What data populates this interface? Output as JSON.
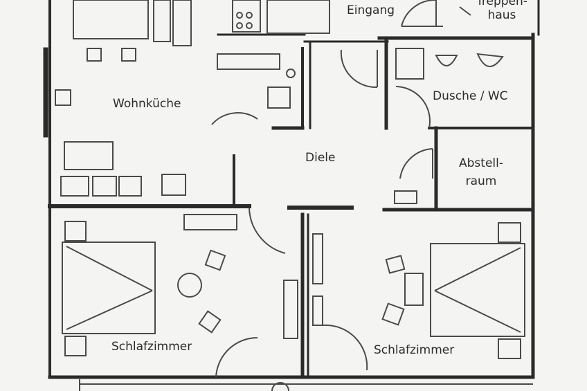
{
  "rooms": {
    "eingang": "Eingang",
    "treppenhaus_line1": "Treppen-",
    "treppenhaus_line2": "haus",
    "wohnkueche": "Wohnküche",
    "dusche_wc": "Dusche / WC",
    "diele": "Diele",
    "abstellraum_line1": "Abstell-",
    "abstellraum_line2": "raum",
    "schlafzimmer_left": "Schlafzimmer",
    "schlafzimmer_right": "Schlafzimmer"
  },
  "colors": {
    "wall": "#2a2a2a",
    "line": "#4a4a4a",
    "paper": "#f4f4f2"
  }
}
